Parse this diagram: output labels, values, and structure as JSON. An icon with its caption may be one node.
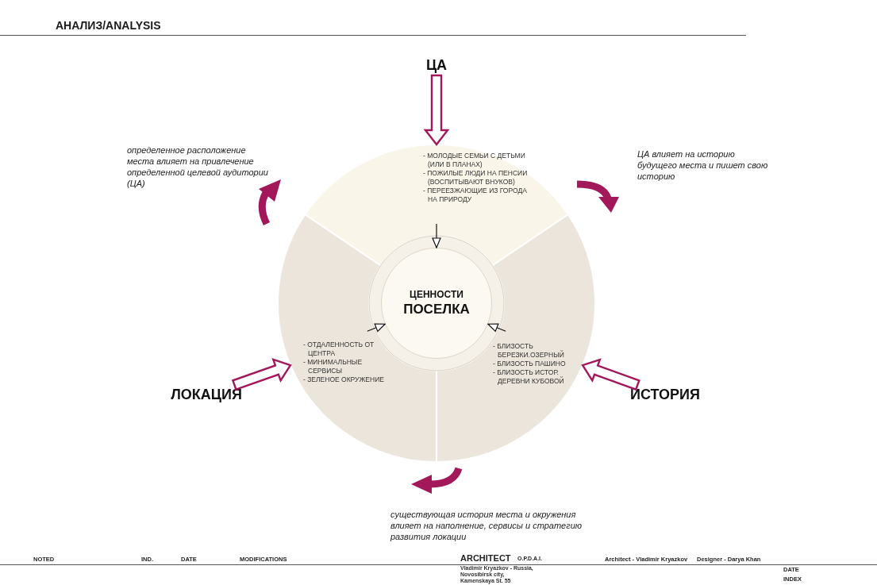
{
  "diagram": {
    "title": "АНАЛИЗ/ANALYSIS",
    "nodes": [
      {
        "text": [
          "ЦА"
        ]
      },
      {
        "text": [
          "- МОЛОДЫЕ СЕМЬИ С ДЕТЬМИ (ИЛИ В ПЛАНАХ)",
          "- ПОЖИЛЫЕ ЛЮДИ НА ПЕНСИИ (ВОСПИТЫВАЮТ ВНУКОВ)",
          "- ПЕРЕЕЗЖАЮЩИЕ ИЗ ГОРОДА НА ПРИРОДУ"
        ]
      },
      {
        "text": [
          "- ОТДАЛЕННОСТЬ ОТ ЦЕНТРА",
          "- МИНИМАЛЬНЫЕ СЕРВИСЫ",
          "- ЗЕЛЕНОЕ ОКРУЖЕНИЕ"
        ]
      },
      {
        "text": [
          "ЦЕННОСТИ",
          "ПОСЕЛКА"
        ]
      },
      {
        "text": [
          "- БЛИЗОСТЬ БЕРЕЗКИ.ОЗЕРНЫЙ",
          "- БЛИЗОСТЬ ПАШИНО",
          "- БЛИЗОСТЬ ИСТОР. ДЕРЕВНИ КУБОВОЙ"
        ]
      },
      {
        "text": [
          "ЛОКАЦИЯ"
        ]
      },
      {
        "text": [
          "ИСТОРИЯ"
        ]
      }
    ],
    "edges": [
      {
        "from": 0,
        "to": 1,
        "arrow": "to",
        "style": "thick",
        "color": "#a3185b"
      },
      {
        "from": 5,
        "to": 2,
        "arrow": "to",
        "style": "thick",
        "color": "#a3185b"
      },
      {
        "from": 6,
        "to": 4,
        "arrow": "to",
        "style": "thick",
        "color": "#a3185b"
      },
      {
        "from": 1,
        "to": 3,
        "arrow": "to"
      },
      {
        "from": 2,
        "to": 3,
        "arrow": "to"
      },
      {
        "from": 4,
        "to": 3,
        "arrow": "to"
      }
    ],
    "labels": [
      "определенное расположение места влияет на привлечение определенной целевой аудитории (ЦА)",
      "ЦА влияет на историю будущего места и пишет свою историю",
      "существующая история места и окружения влияет на наполнение, сервисы и стратегию развития локации",
      "NOTED",
      "IND.",
      "DATE",
      "MODIFICATIONS",
      "ARCHITECT",
      "O.P.D.A.I.",
      "Vladimir Kryazkov - Russia, Novosibirsk city, Kamenskaya St. 55",
      "Architect - Vladimir Kryazkov",
      "Designer - Darya Khan",
      "DATE",
      "INDEX"
    ]
  }
}
